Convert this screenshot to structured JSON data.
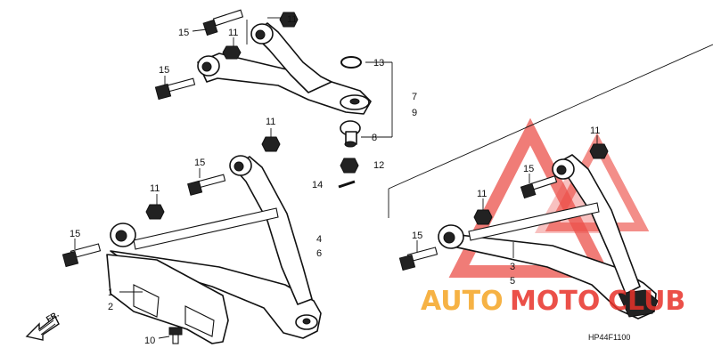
{
  "diagram": {
    "callouts": {
      "c1": "1",
      "c2": "2",
      "c3": "3",
      "c4": "4",
      "c5": "5",
      "c6": "6",
      "c7": "7",
      "c8": "8",
      "c9": "9",
      "c10": "10",
      "c11": "11",
      "c12": "12",
      "c13": "13",
      "c14": "14",
      "c15": "15"
    },
    "direction_label": "FR.",
    "drawing_code": "HP44F1100"
  },
  "watermark": {
    "brand_part1": "AUTO",
    "brand_part2": "MOTO",
    "brand_part3": "CLUB",
    "color_red": "#e8322a",
    "color_orange": "#f5a524"
  }
}
